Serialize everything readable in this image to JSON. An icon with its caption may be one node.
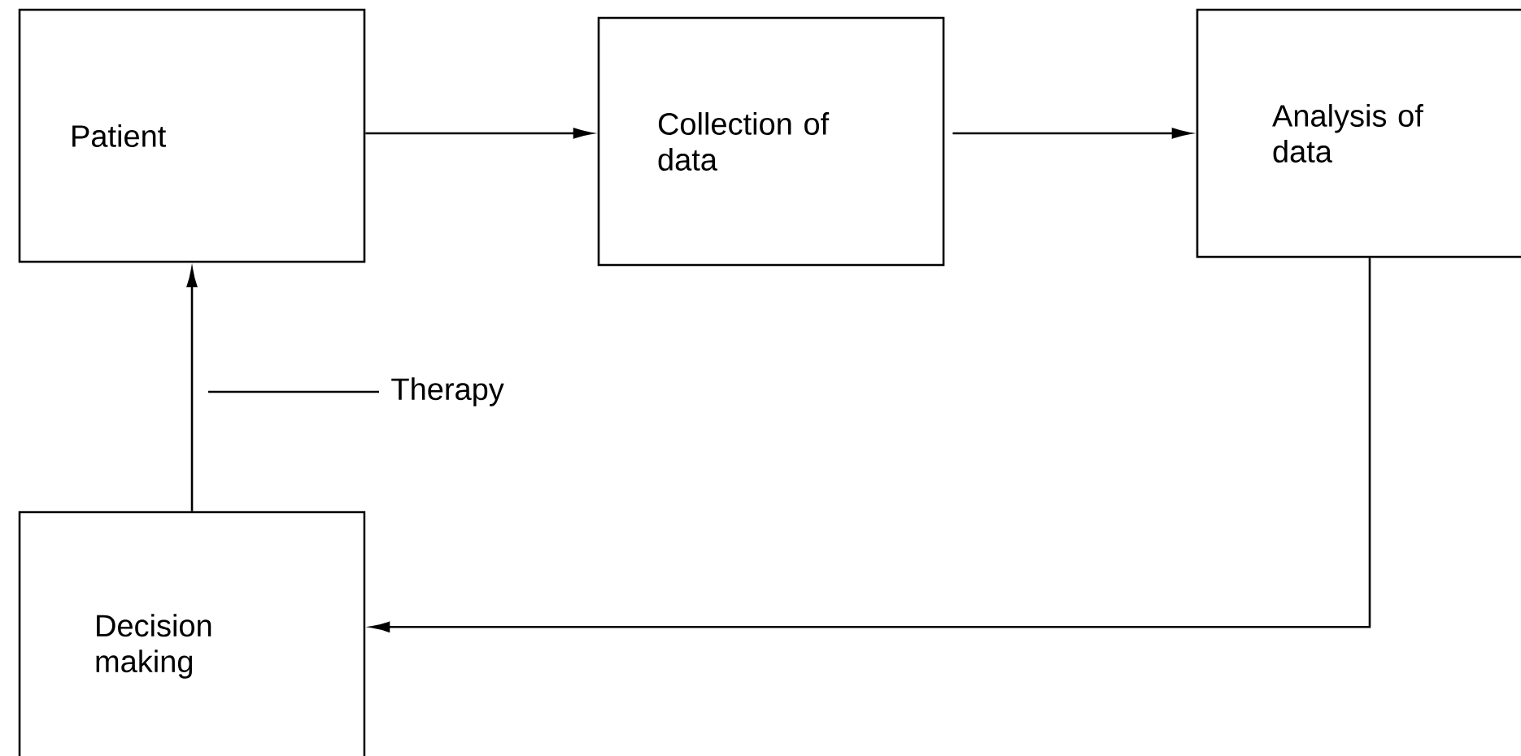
{
  "diagram": {
    "nodes": [
      {
        "text": [
          "Patient"
        ]
      },
      {
        "text": [
          "Collection of data"
        ]
      },
      {
        "text": [
          "Analysis of data"
        ]
      },
      {
        "text": [
          "Decision making"
        ]
      },
      {
        "text": [
          "Therapy"
        ]
      }
    ],
    "edges": [
      {
        "from": 0,
        "to": 1,
        "arrow": "to"
      },
      {
        "from": 1,
        "to": 2,
        "arrow": "to"
      },
      {
        "from": 2,
        "to": 3,
        "arrow": "to"
      },
      {
        "from": 3,
        "to": 0,
        "arrow": "to"
      },
      {
        "from": 4,
        "to": null,
        "arrow": "none"
      }
    ]
  }
}
